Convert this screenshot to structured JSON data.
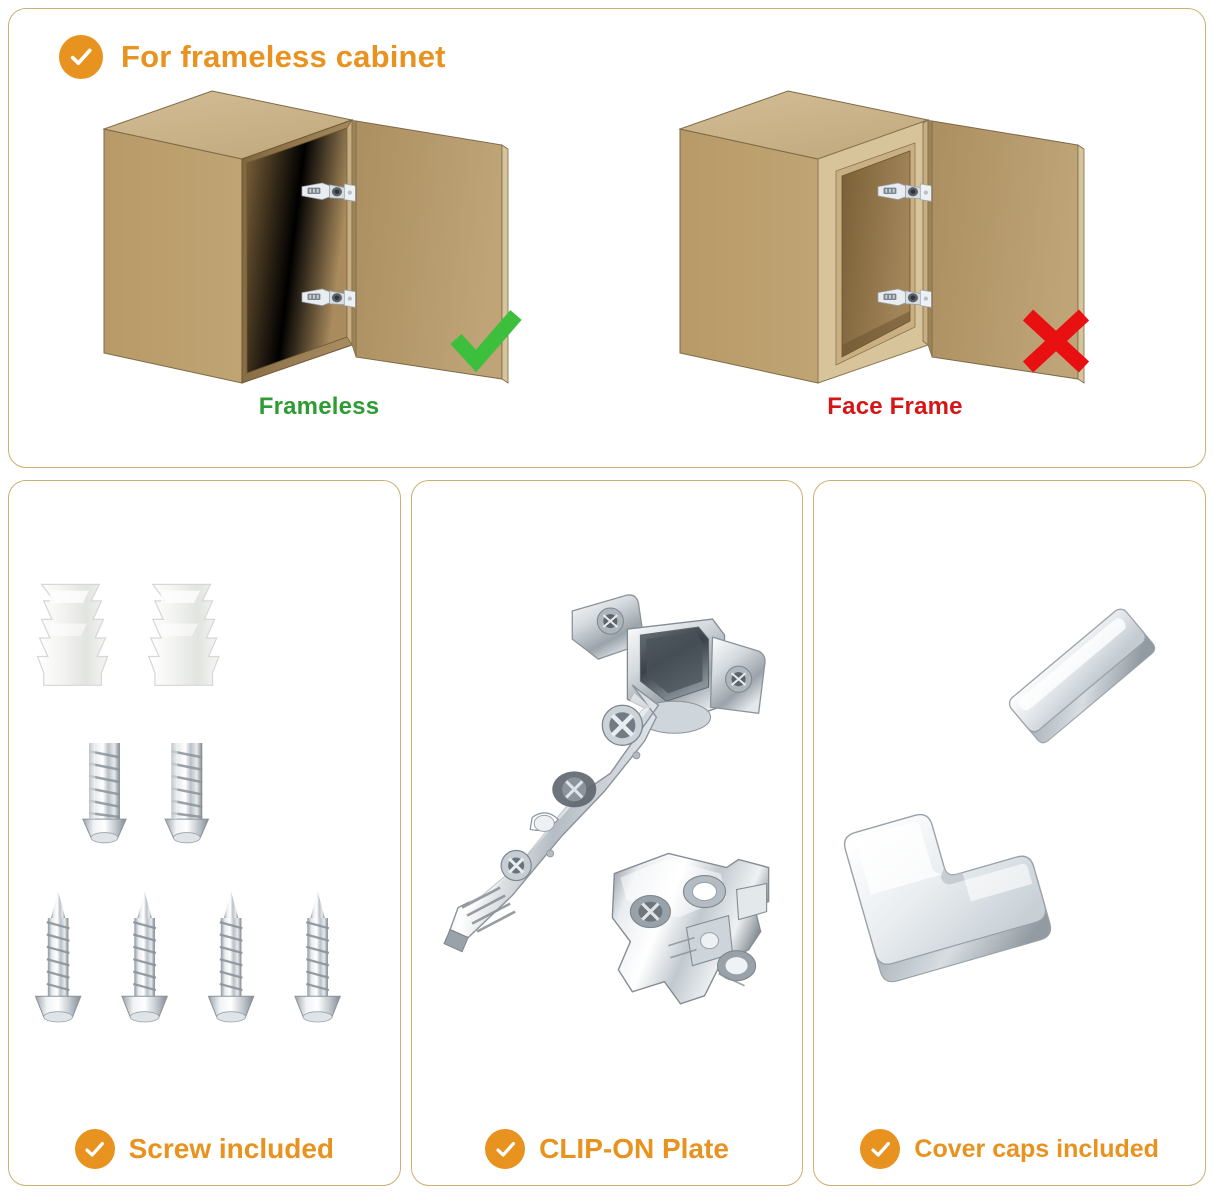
{
  "top_panel": {
    "badge_icon": "check-circle-icon",
    "title": "For frameless cabinet",
    "cabinets": [
      {
        "label": "Frameless",
        "label_color": "#2e9b33",
        "mark_icon": "green-check-icon",
        "mark_color": "#3cbf3c",
        "type": "frameless",
        "hinges": 2
      },
      {
        "label": "Face Frame",
        "label_color": "#d41616",
        "mark_icon": "red-x-icon",
        "mark_color": "#e81010",
        "type": "face-frame",
        "hinges": 2
      }
    ]
  },
  "feature_panels": [
    {
      "id": "screws",
      "badge_icon": "check-circle-icon",
      "caption": "Screw included",
      "parts": [
        {
          "name": "plastic-dowel",
          "count": 2
        },
        {
          "name": "machine-screw",
          "count": 2
        },
        {
          "name": "wood-screw",
          "count": 4
        }
      ]
    },
    {
      "id": "hinge",
      "badge_icon": "check-circle-icon",
      "caption": "CLIP-ON Plate",
      "parts": [
        {
          "name": "concealed-hinge",
          "count": 1
        },
        {
          "name": "mounting-plate",
          "count": 1
        }
      ]
    },
    {
      "id": "covercaps",
      "badge_icon": "check-circle-icon",
      "caption": "Cover caps included",
      "parts": [
        {
          "name": "bar-cover-cap",
          "count": 1
        },
        {
          "name": "notched-cover-cap",
          "count": 1
        }
      ]
    }
  ],
  "colors": {
    "accent_orange": "#e8921f",
    "panel_border": "#cdb071",
    "ok_green": "#3cbf3c",
    "bad_red": "#e81010",
    "wood_side": "#bc9f6e",
    "wood_top": "#cdb68c",
    "wood_interior": "#8a6f45",
    "wood_door": "#b59a6b",
    "metal_light": "#f2f4f6",
    "metal_mid": "#c4cbd2",
    "metal_dark": "#8d969f"
  }
}
